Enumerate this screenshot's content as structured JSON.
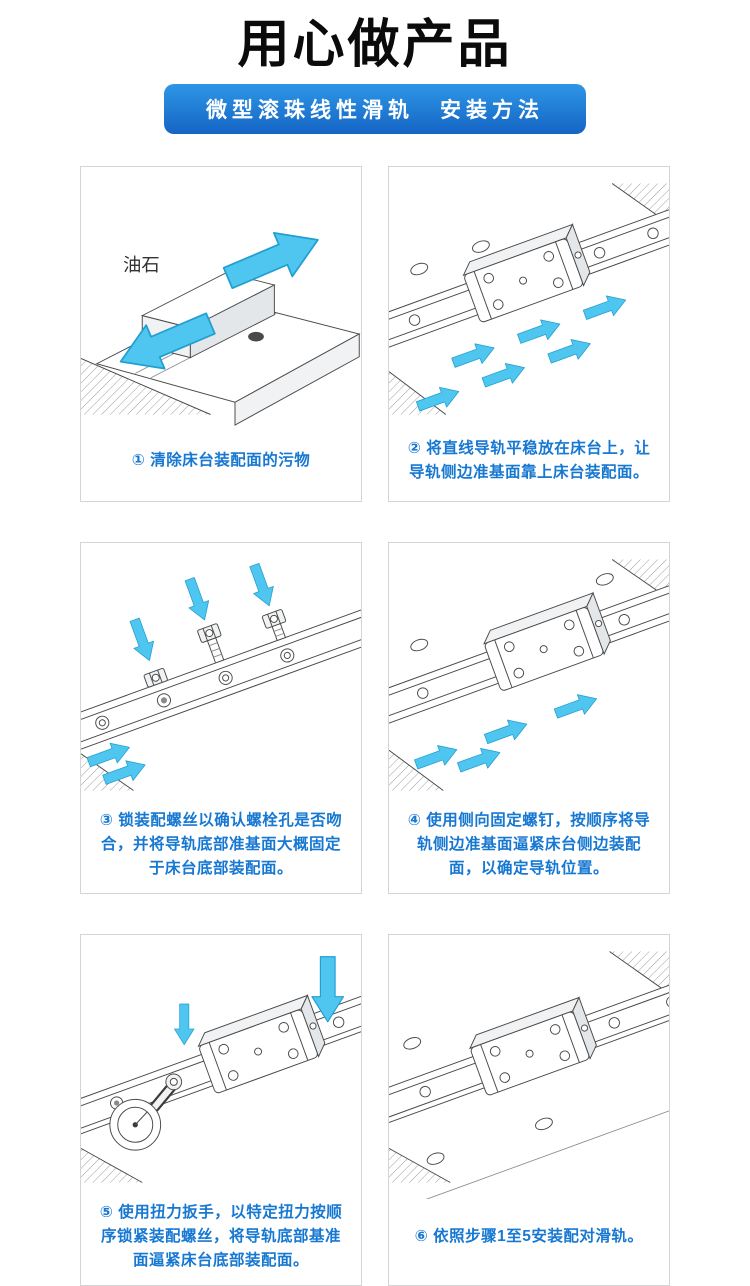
{
  "header": {
    "title": "用心做产品",
    "banner": "微型滚珠线性滑轨　安装方法"
  },
  "colors": {
    "accent_blue": "#1778d2",
    "banner_blue": "#1f7fd6",
    "arrow_cyan": "#4fc6ef"
  },
  "panels": [
    {
      "step": 1,
      "caption": "① 清除床台装配面的污物",
      "stone_label": "油石"
    },
    {
      "step": 2,
      "caption": "② 将直线导轨平稳放在床台上，让导轨侧边准基面靠上床台装配面。"
    },
    {
      "step": 3,
      "caption": "③ 锁装配螺丝以确认螺栓孔是否吻合，并将导轨底部准基面大概固定于床台底部装配面。"
    },
    {
      "step": 4,
      "caption": "④ 使用侧向固定螺钉，按顺序将导轨侧边准基面逼紧床台侧边装配面，以确定导轨位置。"
    },
    {
      "step": 5,
      "caption": "⑤ 使用扭力扳手，以特定扭力按顺序锁紧装配螺丝，将导轨底部基准面逼紧床台底部装配面。"
    },
    {
      "step": 6,
      "caption": "⑥ 依照步骤1至5安装配对滑轨。"
    }
  ]
}
